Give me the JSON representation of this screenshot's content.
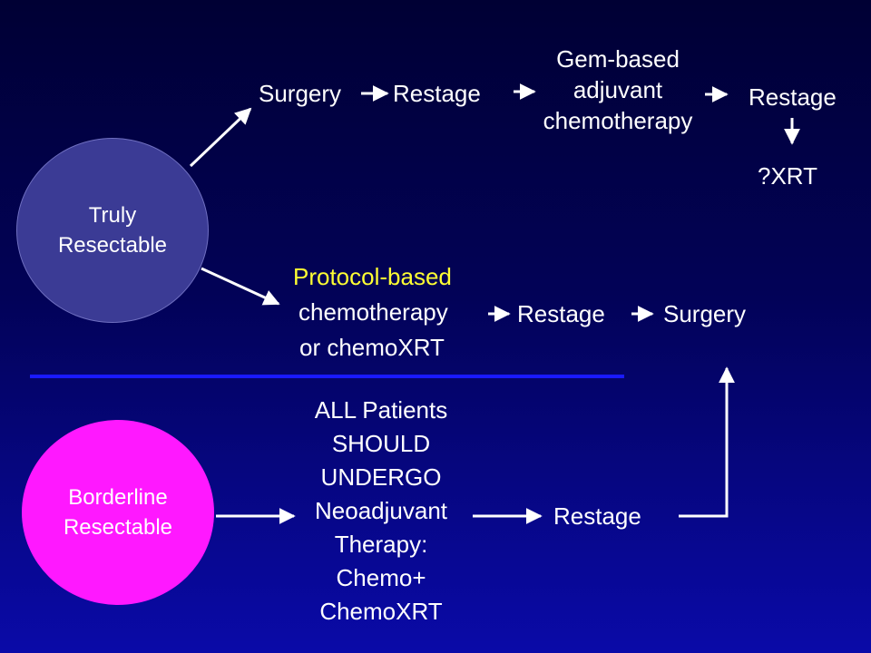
{
  "truly": {
    "line1": "Truly",
    "line2": "Resectable"
  },
  "borderline": {
    "line1": "Borderline",
    "line2": "Resectable"
  },
  "path1": {
    "surgery": "Surgery",
    "restage": "Restage",
    "adjuvant": [
      "Gem-based",
      "adjuvant",
      "chemotherapy"
    ],
    "restage2": "Restage",
    "xrt": "?XRT"
  },
  "path2": {
    "protocol": "Protocol-based",
    "chemo": "chemotherapy",
    "chemoxrt": "or chemoXRT",
    "restage": "Restage",
    "surgery": "Surgery"
  },
  "path3": {
    "neoadjuvant": [
      "ALL Patients",
      "SHOULD",
      "UNDERGO",
      "Neoadjuvant",
      "Therapy:",
      "Chemo+",
      "ChemoXRT"
    ],
    "restage": "Restage"
  },
  "colors": {
    "highlight": "#ffff33",
    "borderline": "#ff18ff",
    "truly": "#3b3b95",
    "divider": "#1a1aff"
  }
}
